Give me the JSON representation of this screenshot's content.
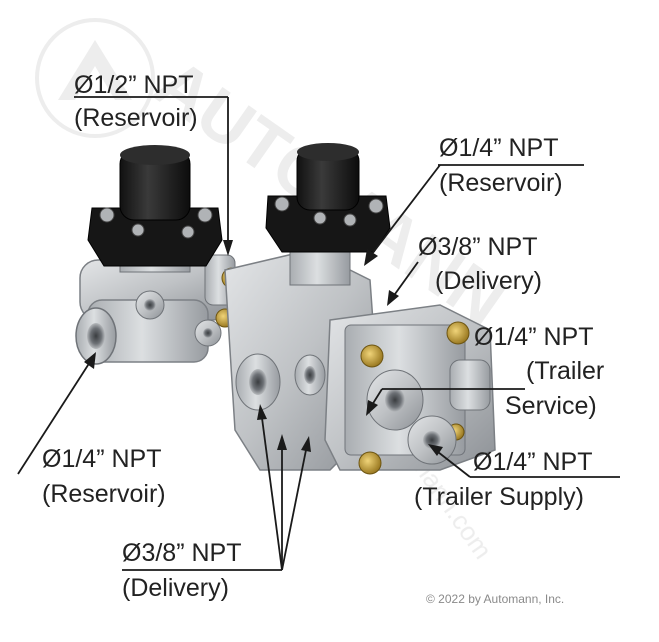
{
  "labels": {
    "top_left": {
      "size": "Ø1/2” NPT",
      "port": "(Reservoir)"
    },
    "top_right": {
      "size": "Ø1/4” NPT",
      "port": "(Reservoir)"
    },
    "right_mid": {
      "size": "Ø3/8” NPT",
      "port": "(Delivery)"
    },
    "trailer_service": {
      "size": "Ø1/4” NPT",
      "port_line1": "(Trailer",
      "port_line2": "Service)"
    },
    "trailer_supply": {
      "size": "Ø1/4” NPT",
      "port": "(Trailer Supply)"
    },
    "left_bottom": {
      "size": "Ø1/4” NPT",
      "port": "(Reservoir)"
    },
    "bottom_delivery": {
      "size": "Ø3/8” NPT",
      "port": "(Delivery)"
    }
  },
  "watermark": {
    "brand": "AUTOMANN",
    "site": "automann.com"
  },
  "copyright": "© 2022 by Automann, Inc.",
  "colors": {
    "text": "#222222",
    "line": "#1a1a1a",
    "body": "#c2c4c6",
    "cap": "#1b1b1b",
    "brass": "#c9a540"
  }
}
